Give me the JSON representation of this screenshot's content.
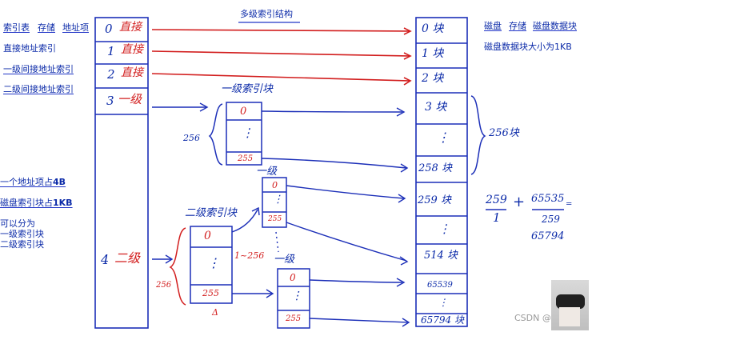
{
  "title": "多级索引结构",
  "header": {
    "index_table": "索引表",
    "storage": "存储",
    "address_item": "地址项"
  },
  "index_types": [
    "直接地址索引",
    "一级间接地址索引",
    "二级间接地址索引"
  ],
  "notes": {
    "addr_size_a": "一个地址项占",
    "addr_size_b": "4B",
    "idx_block_a": "磁盘索引块占",
    "idx_block_b": "1KB",
    "split": [
      "可以分为",
      "一级索引块",
      "二级索引块"
    ]
  },
  "index_table_entries": [
    {
      "num": "0",
      "text": "直接"
    },
    {
      "num": "1",
      "text": "直接"
    },
    {
      "num": "2",
      "text": "直接"
    },
    {
      "num": "3",
      "text": "一级"
    },
    {
      "num": "4",
      "text": "二级"
    }
  ],
  "disk_header": {
    "disk": "磁盘",
    "storage": "存储",
    "data_block": "磁盘数据块"
  },
  "disk_block_size": "磁盘数据块大小为1KB",
  "disk_blocks": [
    "0 块",
    "1 块",
    "2 块",
    "3 块",
    "⋮",
    "258 块",
    "259 块",
    "⋮",
    "514 块",
    "65539",
    "⋮",
    "65794 块"
  ],
  "first_level_block": {
    "title": "一级索引块",
    "top": "0",
    "dots": "⋮",
    "bottom": "255",
    "side": "256"
  },
  "second_level_block": {
    "title": "二级索引块",
    "top": "0",
    "dots": "⋮",
    "bottom": "255",
    "side": "256",
    "mark": "Δ",
    "range": "1~256"
  },
  "sub_block_1": {
    "title": "一级",
    "top": "0",
    "dots": "⋮",
    "bottom": "255"
  },
  "sub_block_2": {
    "title": "一级",
    "top": "0",
    "dots": "⋮",
    "bottom": "255"
  },
  "brace_label": "256块",
  "calc": {
    "num1": "259",
    "den1": "1",
    "plus": "+",
    "num2": "65535",
    "eq": "=",
    "den2": "259",
    "result": "65794"
  },
  "watermark": "CSDN @Laptoy"
}
